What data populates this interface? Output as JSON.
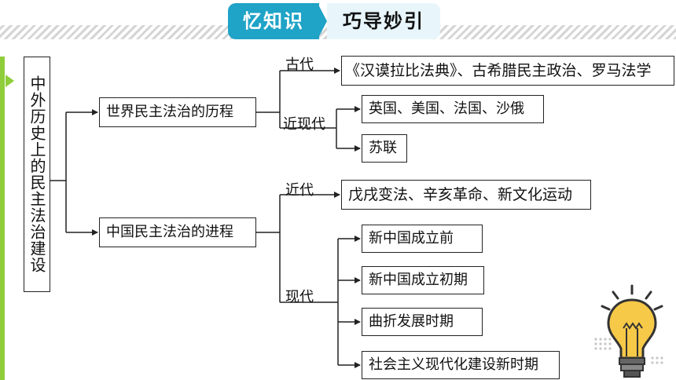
{
  "header": {
    "title_left": "忆知识",
    "title_right": "巧导妙引"
  },
  "diagram": {
    "root": "中外历史上的民主法治建设",
    "branches": [
      {
        "label": "世界民主法治的历程",
        "periods": [
          {
            "label": "古代",
            "items": [
              "《汉谟拉比法典》、古希腊民主政治、罗马法学"
            ]
          },
          {
            "label": "近现代",
            "items": [
              "英国、美国、法国、沙俄",
              "苏联"
            ]
          }
        ]
      },
      {
        "label": "中国民主法治的进程",
        "periods": [
          {
            "label": "近代",
            "items": [
              "戊戌变法、辛亥革命、新文化运动"
            ]
          },
          {
            "label": "现代",
            "items": [
              "新中国成立前",
              "新中国成立初期",
              "曲折发展时期",
              "社会主义现代化建设新时期"
            ]
          }
        ]
      }
    ]
  },
  "decoration": {
    "bulb_icon": "lightbulb-icon",
    "accent_color": "#1fa3c7",
    "bar_color": "#8fce3a",
    "bulb_color": "#f7c948"
  }
}
